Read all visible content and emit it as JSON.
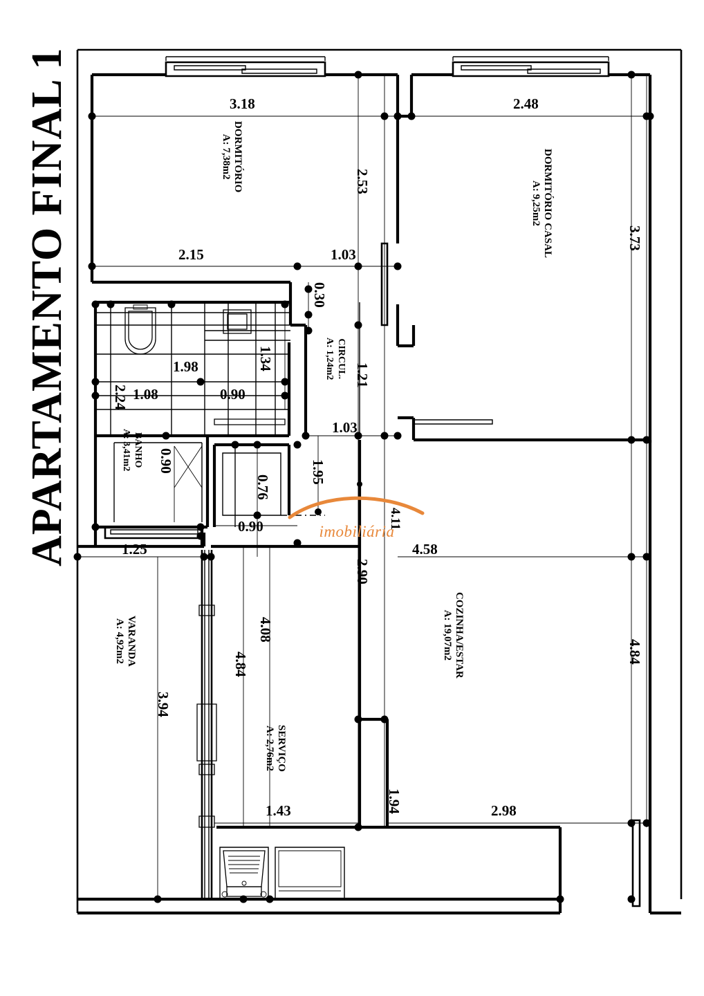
{
  "document": {
    "title": "APARTAMENTO FINAL 1",
    "type": "architectural-floor-plan",
    "language": "pt-BR",
    "units": "meters"
  },
  "watermark": {
    "text": "imobiliária",
    "color": "#E8883A",
    "shape": "arc"
  },
  "rooms": [
    {
      "id": "dormitorio",
      "name": "DORMITÓRIO",
      "area": "A: 7,38m2"
    },
    {
      "id": "dormitorio_casal",
      "name": "DORMITÓRIO CASAL",
      "area": "A: 9,25m2"
    },
    {
      "id": "circul",
      "name": "CIRCUL.",
      "area": "A: 1,24m2"
    },
    {
      "id": "banho",
      "name": "BANHO",
      "area": "A: 3,41m2"
    },
    {
      "id": "cozinha_estar",
      "name": "COZINHA/ESTAR",
      "area": "A: 19,07m2"
    },
    {
      "id": "varanda",
      "name": "VARANDA",
      "area": "A: 4,92m2"
    },
    {
      "id": "servico",
      "name": "SERVIÇO",
      "area": "A: 2,76m2"
    }
  ],
  "dimensions": {
    "d_318": "3.18",
    "d_248": "2.48",
    "d_215": "2.15",
    "d_103_top": "1.03",
    "d_253": "2.53",
    "d_373": "3.73",
    "d_030": "0.30",
    "d_198": "1.98",
    "d_134": "1.34",
    "d_108": "1.08",
    "d_090_bath": "0.90",
    "d_224": "2.24",
    "d_121": "1.21",
    "d_103_mid": "1.03",
    "d_090_banho": "0.90",
    "d_076": "0.76",
    "d_195": "1.95",
    "d_090_low": "0.90",
    "d_411": "4.11",
    "d_458": "4.58",
    "d_125": "1.25",
    "d_290": "2.90",
    "d_484_right": "4.84",
    "d_394": "3.94",
    "d_484_mid": "4.84",
    "d_408": "4.08",
    "d_143": "1.43",
    "d_194": "1.94",
    "d_298": "2.98"
  }
}
